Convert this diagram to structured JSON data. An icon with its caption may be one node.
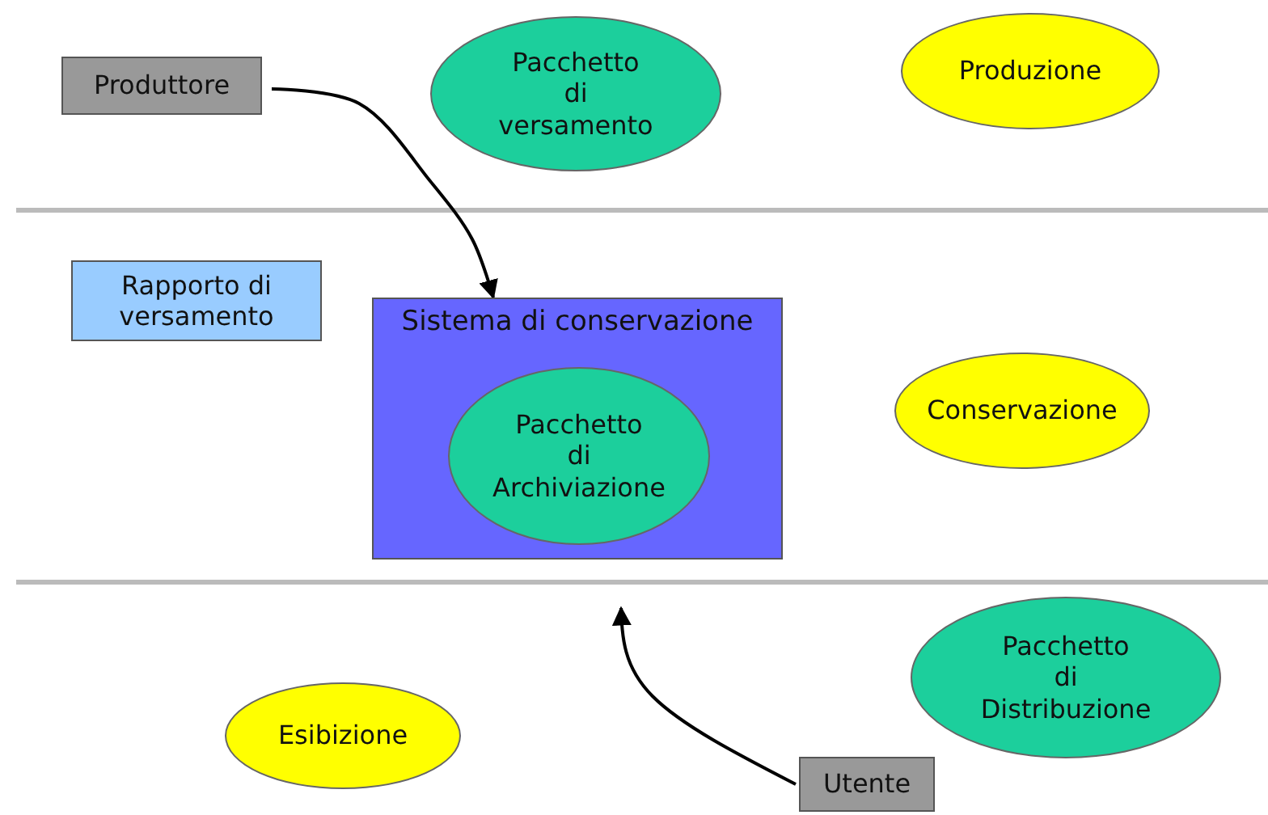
{
  "diagram": {
    "nodes": [
      {
        "text": [
          "Produttore"
        ]
      },
      {
        "text": [
          "Pacchetto di versamento"
        ]
      },
      {
        "text": [
          "Produzione"
        ]
      },
      {
        "text": [
          "Rapporto di versamento"
        ]
      },
      {
        "text": [
          "Sistema di conservazione"
        ]
      },
      {
        "text": [
          "Pacchetto di Archiviazione"
        ],
        "in": 4
      },
      {
        "text": [
          "Conservazione"
        ]
      },
      {
        "text": [
          "Pacchetto di Distribuzione"
        ]
      },
      {
        "text": [
          "Esibizione"
        ]
      },
      {
        "text": [
          "Utente"
        ]
      }
    ],
    "edges": [
      {
        "from": 0,
        "to": 4,
        "arrow": "to"
      },
      {
        "from": 9,
        "to": null,
        "arrow": "to"
      }
    ]
  }
}
